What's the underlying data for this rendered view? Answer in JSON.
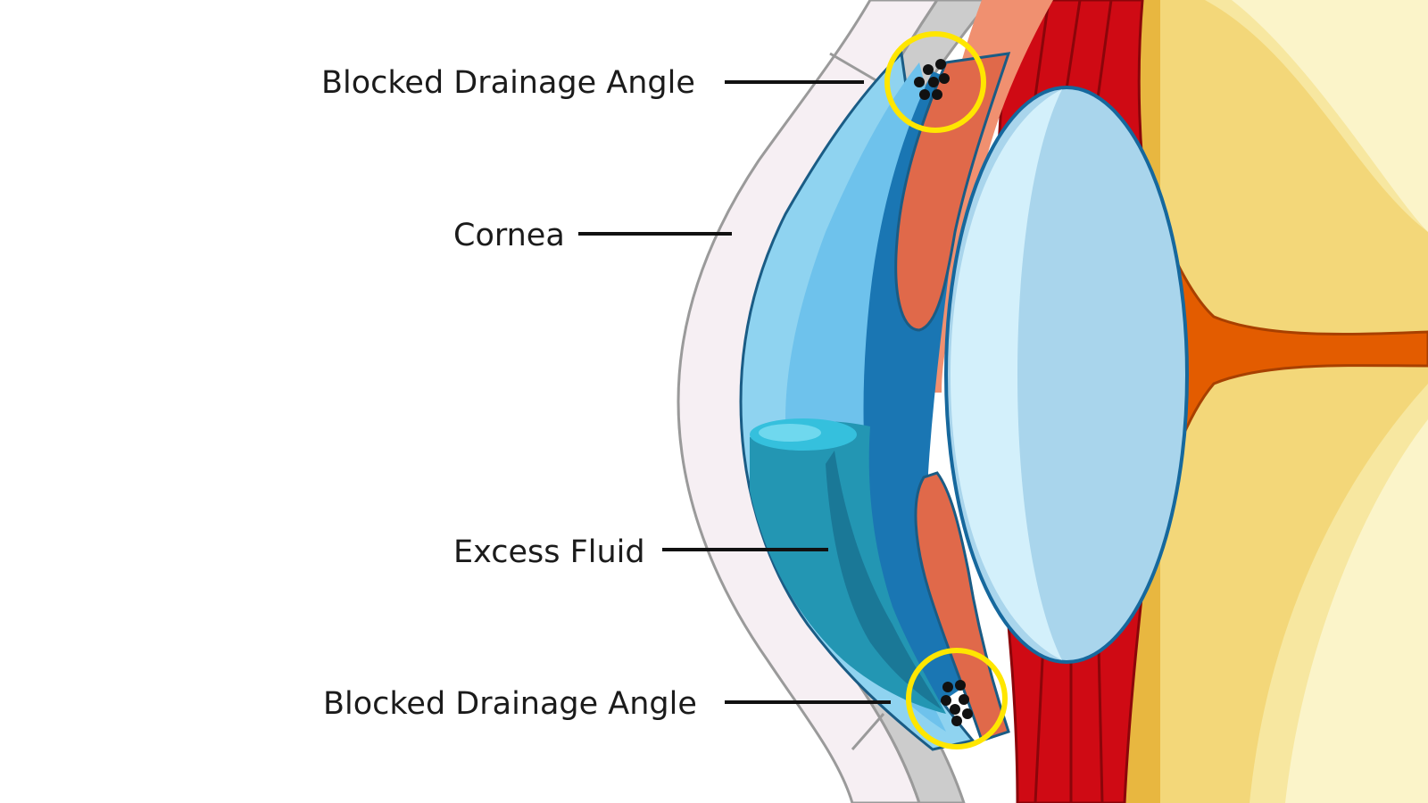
{
  "labels": {
    "blocked_drainage_angle_top": "Blocked Drainage Angle",
    "cornea": "Cornea",
    "excess_fluid": "Excess Fluid",
    "blocked_drainage_angle_bottom": "Blocked Drainage Angle"
  },
  "colors": {
    "background": "#ffffff",
    "sclera_outer": "#f6eff3",
    "sclera_gray": "#cccccc",
    "outline_gray": "#9a9a9a",
    "cornea_light_blue": "#8fd3f0",
    "cornea_blue": "#6ec2ec",
    "excess_fluid": "#2396b3",
    "excess_fluid_dark": "#1a7897",
    "anterior_chamber": "#1a76b3",
    "iris": "#e0694a",
    "iris_light": "#f09070",
    "ciliary_muscle": "#cf0a14",
    "lens": "#a9d5ec",
    "lens_highlight": "#d3f0fb",
    "lens_outline": "#16689d",
    "vitreous_orange": "#e35c00",
    "retina_amber": "#e8b740",
    "retina_yellow": "#f7e7a0",
    "retina_pale": "#fbf4c9",
    "highlight_ring": "#ffe600",
    "blockage_particles": "#111111"
  }
}
